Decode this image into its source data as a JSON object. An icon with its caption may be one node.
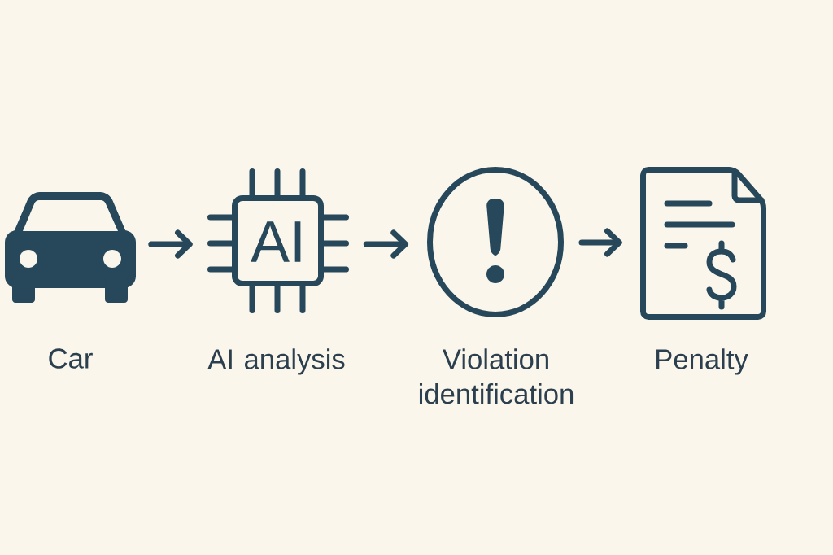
{
  "diagram": {
    "nodes": [
      {
        "text": [],
        "shape": "picture",
        "beside": [
          "Car"
        ]
      },
      {
        "text": [
          "AI"
        ],
        "beside": [
          "AI analysis"
        ]
      },
      {
        "text": [],
        "shape": "picture",
        "beside": [
          "Violation identification"
        ]
      },
      {
        "text": [],
        "shape": "picture",
        "beside": [
          "Penalty"
        ]
      }
    ],
    "edges": [
      {
        "from": 0,
        "to": 1,
        "arrow": "to"
      },
      {
        "from": 1,
        "to": 2,
        "arrow": "to"
      },
      {
        "from": 2,
        "to": 3,
        "arrow": "to"
      }
    ]
  }
}
